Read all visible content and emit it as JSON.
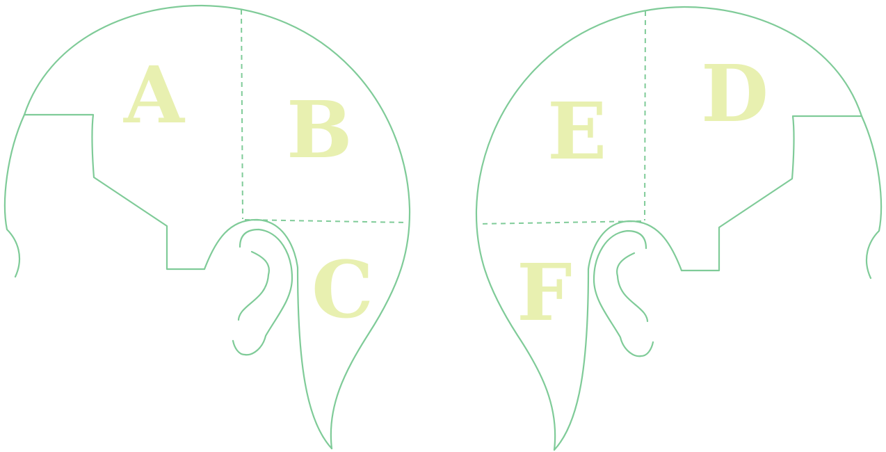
{
  "labels": {
    "a": "A",
    "b": "B",
    "c": "C",
    "d": "D",
    "e": "E",
    "f": "F"
  },
  "colors": {
    "outline": "#7fcb98",
    "label": "#e8f0b0",
    "background": "#ffffff"
  }
}
